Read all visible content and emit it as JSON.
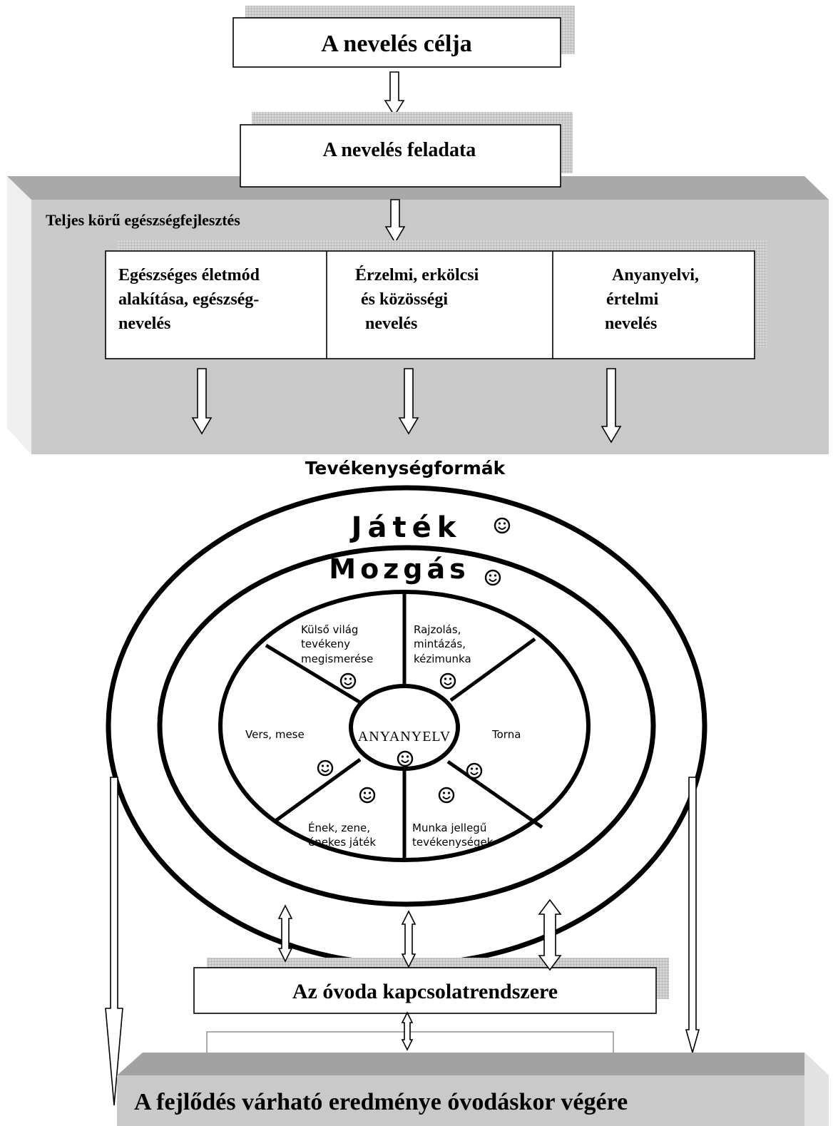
{
  "goal": {
    "title": "A nevelés célja"
  },
  "task": {
    "title": "A nevelés feladata"
  },
  "health_panel": {
    "heading": "Teljes körű egészségfejlesztés",
    "columns": [
      {
        "lines": [
          "Egészséges életmód",
          "alakítása, egészség-",
          "nevelés"
        ]
      },
      {
        "lines": [
          "Érzelmi, erkölcsi",
          "és közösségi",
          "nevelés"
        ]
      },
      {
        "lines": [
          "Anyanyelvi,",
          "értelmi",
          "nevelés"
        ]
      }
    ]
  },
  "activities": {
    "heading": "Tevékenységformák",
    "outer_ring": "Játék",
    "middle_ring": "Mozgás",
    "center": "ANYANYELV",
    "segments": [
      {
        "lines": [
          "Külső világ",
          "tevékeny",
          "megismerése"
        ]
      },
      {
        "lines": [
          "Rajzolás,",
          "mintázás,",
          "kézimunka"
        ]
      },
      {
        "lines": [
          "Torna"
        ]
      },
      {
        "lines": [
          "Munka jellegű",
          "tevékenységek"
        ]
      },
      {
        "lines": [
          "Ének, zene,",
          "énekes játék"
        ]
      },
      {
        "lines": [
          "Vers, mese"
        ]
      }
    ]
  },
  "relations": {
    "title": "Az óvoda kapcsolatrendszere"
  },
  "outcome": {
    "title": "A fejlődés várható eredménye óvodáskor végére"
  },
  "colors": {
    "panel": "#c9c9c9",
    "panel_side": "#e0e0e0",
    "panel_top": "#a6a6a6",
    "shadow": "#bdbdbd"
  },
  "icons": {
    "smiley": "smiley-icon"
  }
}
